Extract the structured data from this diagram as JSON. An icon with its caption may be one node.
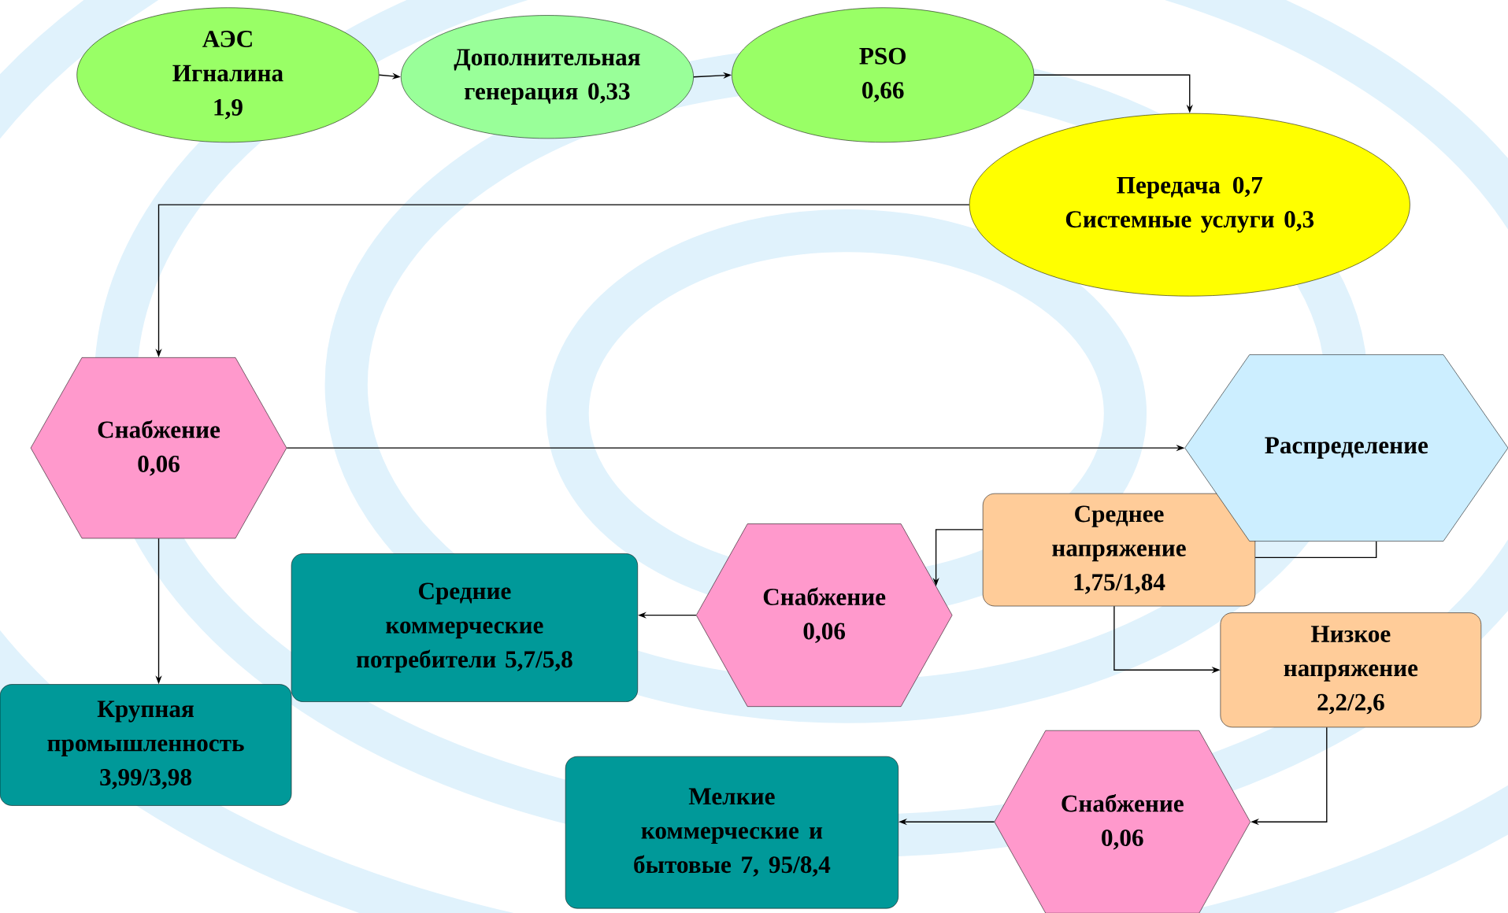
{
  "diagram": {
    "nodes": [
      {
        "text": [
          "АЭС Игналина 1,9"
        ]
      },
      {
        "text": [
          "Дополнительная генерация 0,33"
        ]
      },
      {
        "text": [
          "PSO 0,66"
        ]
      },
      {
        "text": [
          "Передача 0,7",
          "Системные услуги 0,3"
        ]
      },
      {
        "text": [
          "Снабжение 0,06"
        ]
      },
      {
        "text": [
          "Распределение"
        ]
      },
      {
        "text": [
          "Среднее напряжение 1,75/1,84"
        ]
      },
      {
        "text": [
          "Снабжение 0,06"
        ]
      },
      {
        "text": [
          "Средние коммерческие потребители 5,7/5,8"
        ]
      },
      {
        "text": [
          "Низкое напряжение 2,2/2,6"
        ]
      },
      {
        "text": [
          "Крупная промышленность 3,99/3,98"
        ]
      },
      {
        "text": [
          "Снабжение 0,06"
        ]
      },
      {
        "text": [
          "Мелкие коммерческие и бытовые 7, 95/8,4"
        ]
      }
    ],
    "edges": [
      {
        "from": 0,
        "to": 1,
        "arrow": "to"
      },
      {
        "from": 1,
        "to": 2,
        "arrow": "to"
      },
      {
        "from": 2,
        "to": 3,
        "arrow": "to"
      },
      {
        "from": 3,
        "to": 4,
        "arrow": "to"
      },
      {
        "from": 4,
        "to": 5,
        "arrow": "to"
      },
      {
        "from": 5,
        "to": 6,
        "arrow": "none"
      },
      {
        "from": 6,
        "to": 7,
        "arrow": "to"
      },
      {
        "from": 7,
        "to": 8,
        "arrow": "to"
      },
      {
        "from": 6,
        "to": 9,
        "arrow": "to"
      },
      {
        "from": 4,
        "to": 10,
        "arrow": "to"
      },
      {
        "from": 9,
        "to": 11,
        "arrow": "to"
      },
      {
        "from": 11,
        "to": 12,
        "arrow": "to"
      }
    ]
  }
}
